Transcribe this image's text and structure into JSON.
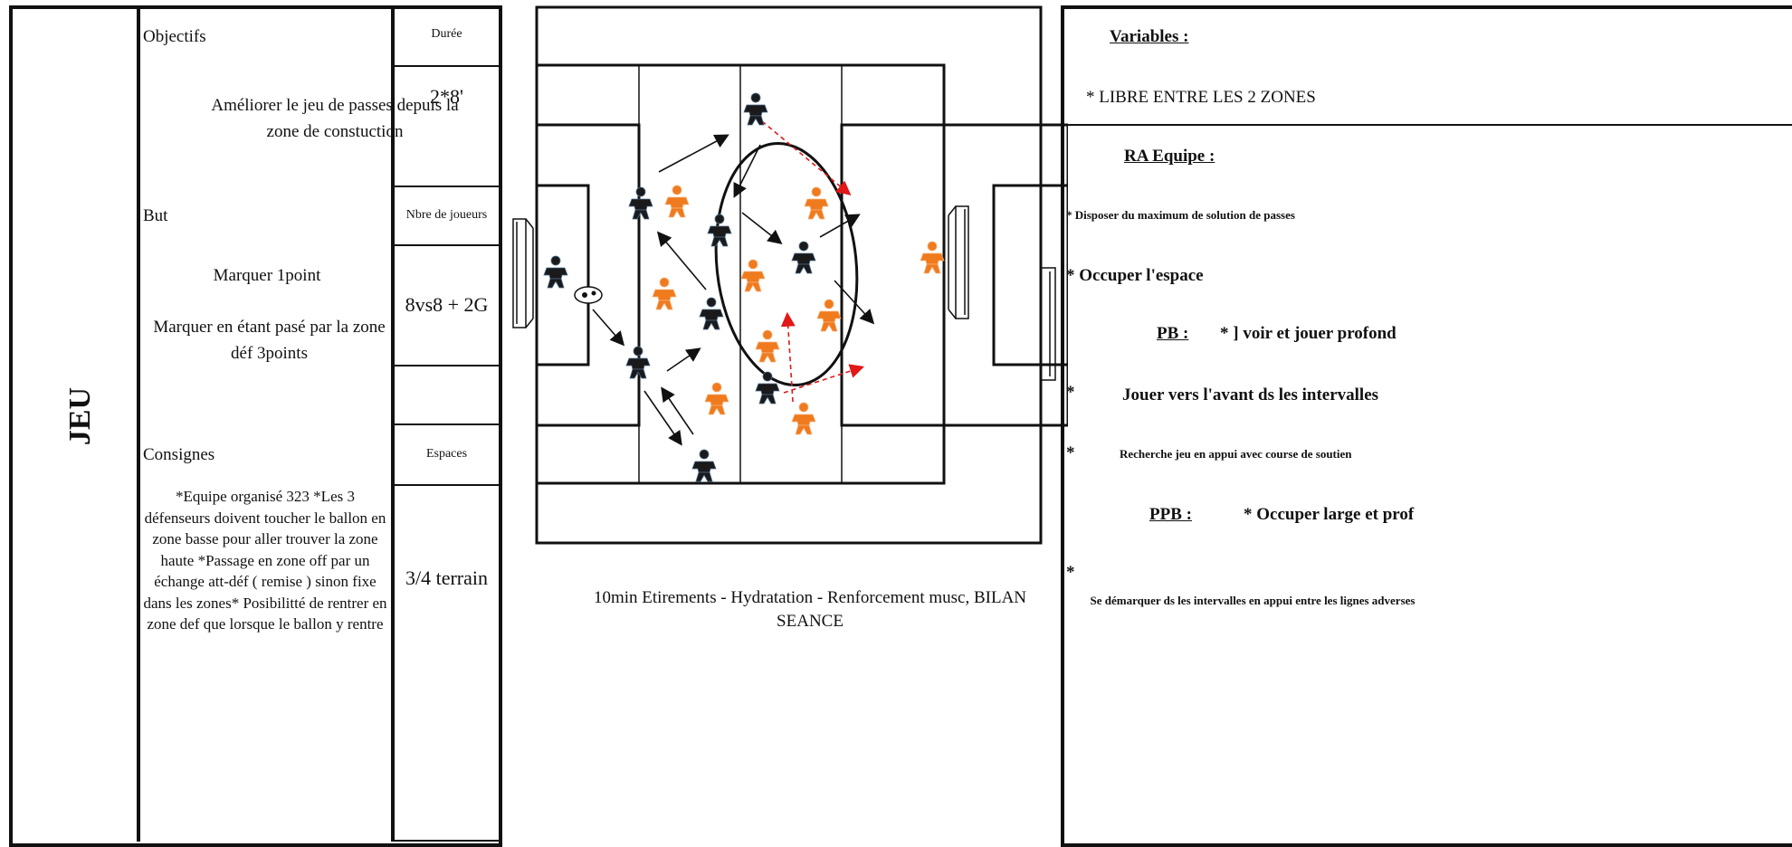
{
  "left_panel": {
    "title": "JEU",
    "objectifs_label": "Objectifs",
    "objectifs_text": "Améliorer le jeu de passes depuis la zone de constuction",
    "but_label": "But",
    "but_text_1": "Marquer 1point",
    "but_text_2": "Marquer en étant pasé par la zone déf 3points",
    "consignes_label": "Consignes",
    "consignes_text": "*Equipe organisé 323 *Les 3 défenseurs doivent toucher le ballon en zone basse pour aller trouver la zone haute *Passage en zone off par un échange att-déf ( remise ) sinon fixe dans les zones* Posibilitté de rentrer en zone def que lorsque le ballon y rentre"
  },
  "middle_panel": {
    "duree_label": "Durée",
    "duree_value": "2*8'",
    "joueurs_label": "Nbre de joueurs",
    "joueurs_value": "8vs8 + 2G",
    "espaces_label": "Espaces",
    "espaces_value": "3/4 terrain"
  },
  "field": {
    "caption": "10min Etirements - Hydratation - Renforcement musc, BILAN SEANCE",
    "team_a_color": "#1a1a1a",
    "team_b_color": "#f07a1e",
    "arrow_black": "#111111",
    "arrow_red": "#e01818",
    "black_players": 9,
    "orange_players": 9
  },
  "right_panel": {
    "variables_label": "Variables :",
    "variables_text": "*  LIBRE ENTRE LES 2 ZONES",
    "ra_label": "RA Equipe :",
    "item1": "*  Disposer du maximum de solution de passes",
    "item2": "*  Occuper l'espace",
    "pb_label": "PB :",
    "pb_text": "* ] voir et jouer profond",
    "bullet_a": "*",
    "item3": "Jouer vers l'avant ds les intervalles",
    "bullet_b": "*",
    "item4": "Recherche jeu en appui avec course de soutien",
    "ppb_label": "PPB :",
    "ppb_text": "* Occuper large et prof",
    "bullet_c": "*",
    "item5": "Se démarquer ds les intervalles en appui entre les lignes adverses"
  }
}
